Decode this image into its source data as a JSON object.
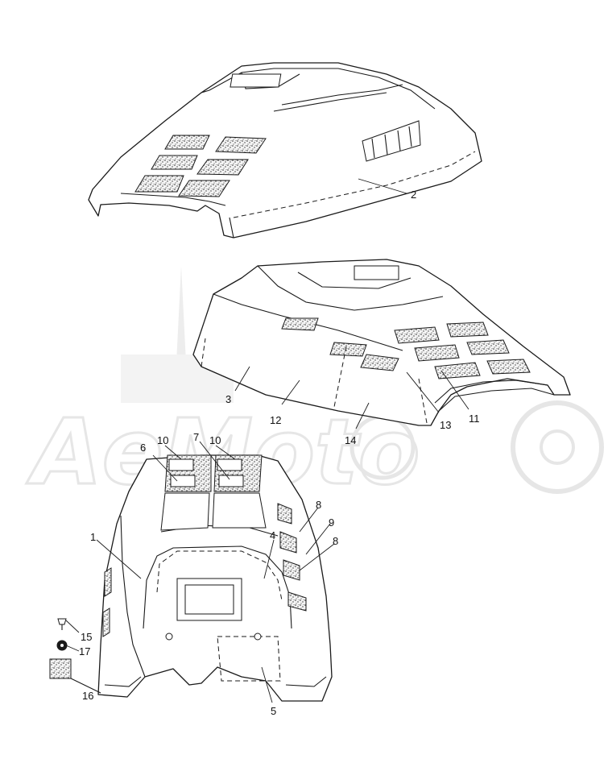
{
  "watermark": {
    "text": "AeMoto"
  },
  "callouts": [
    {
      "id": "c2",
      "label": "2"
    },
    {
      "id": "c3",
      "label": "3"
    },
    {
      "id": "c12",
      "label": "12"
    },
    {
      "id": "c14",
      "label": "14"
    },
    {
      "id": "c13",
      "label": "13"
    },
    {
      "id": "c11",
      "label": "11"
    },
    {
      "id": "c6",
      "label": "6"
    },
    {
      "id": "c10a",
      "label": "10"
    },
    {
      "id": "c7",
      "label": "7"
    },
    {
      "id": "c10b",
      "label": "10"
    },
    {
      "id": "c8a",
      "label": "8"
    },
    {
      "id": "c9",
      "label": "9"
    },
    {
      "id": "c8b",
      "label": "8"
    },
    {
      "id": "c1",
      "label": "1"
    },
    {
      "id": "c4",
      "label": "4"
    },
    {
      "id": "c15",
      "label": "15"
    },
    {
      "id": "c17",
      "label": "17"
    },
    {
      "id": "c16",
      "label": "16"
    },
    {
      "id": "c5",
      "label": "5"
    }
  ]
}
